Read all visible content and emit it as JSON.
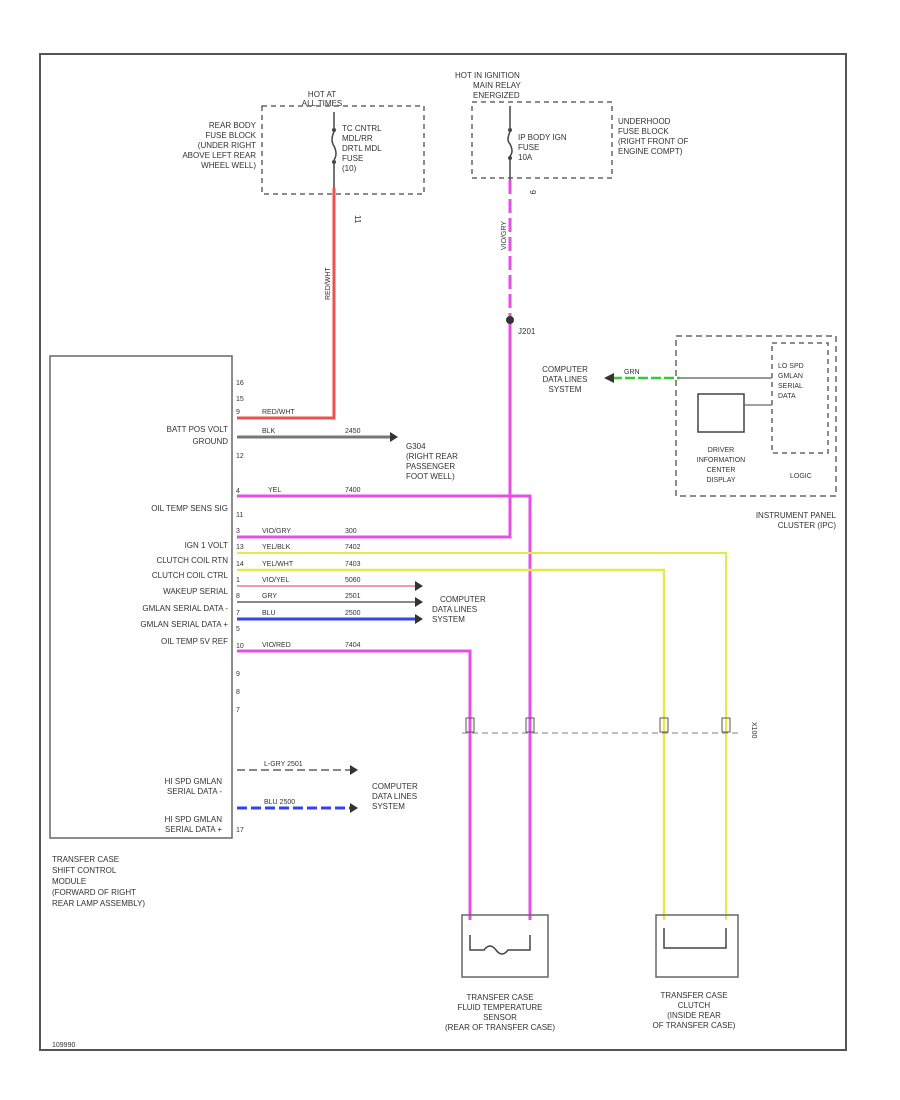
{
  "colors": {
    "red": "#e8534f",
    "pink": "#e64fe6",
    "green": "#33cc33",
    "grey": "#777777",
    "yellow": "#e8e84a",
    "blue": "#3344ee",
    "dark": "#444444"
  },
  "top_left_fuse": {
    "hot_label": [
      "HOT AT",
      "ALL TIMES"
    ],
    "block_desc": [
      "REAR BODY",
      "FUSE BLOCK",
      "(UNDER RIGHT",
      "ABOVE LEFT REAR",
      "WHEEL WELL)"
    ],
    "fuse_desc": [
      "TC CNTRL",
      "MDL/RR",
      "DRTL MDL",
      "FUSE",
      "(10)"
    ],
    "pin": "11"
  },
  "top_right_fuse": {
    "hot_label": [
      "HOT IN IGNITION",
      "MAIN RELAY",
      "ENERGIZED"
    ],
    "fuse_desc": [
      "IP BODY IGN",
      "FUSE",
      "10A"
    ],
    "block_desc": [
      "UNDERHOOD",
      "FUSE BLOCK",
      "(RIGHT FRONT OF",
      "ENGINE COMPT)"
    ],
    "pin": "9"
  },
  "splice": "J201",
  "module": {
    "pins": {
      "batt": "9",
      "ground": "12",
      "oil_temp": "4",
      "ign": "3",
      "clutch_rtn": "13",
      "clutch_ctrl": "14",
      "wakeup": "1",
      "gmlan1": "8",
      "gmlan2": "7",
      "oil_ref": "5",
      "p16": "16",
      "p15": "15",
      "p11": "11",
      "p10": "10",
      "p9": "9",
      "p8": "8",
      "p7": "7",
      "p17": "17"
    },
    "signals": {
      "batt": "BATT POS VOLT",
      "ground": "GROUND",
      "oil_temp": "OIL TEMP SENS SIG",
      "ign": "IGN 1 VOLT",
      "clutch_rtn": "CLUTCH COIL RTN",
      "clutch_ctrl": "CLUTCH COIL CTRL",
      "wakeup": "WAKEUP SERIAL",
      "gmlan1": "GMLAN SERIAL DATA -",
      "gmlan2": "GMLAN SERIAL DATA +",
      "oil_ref": "OIL TEMP 5V REF",
      "hs1": [
        "HI SPD GMLAN",
        "SERIAL DATA -"
      ],
      "hs2": [
        "HI SPD GMLAN",
        "SERIAL DATA +"
      ]
    },
    "label": [
      "TRANSFER CASE",
      "SHIFT CONTROL",
      "MODULE",
      "(FORWARD OF RIGHT",
      "REAR LAMP ASSEMBLY)"
    ]
  },
  "wires": {
    "batt": {
      "color": "RED/WHT",
      "circuit": ""
    },
    "ground": {
      "color": "BLK",
      "circuit": "2450"
    },
    "oil_temp": {
      "color": "YEL",
      "circuit": "7400"
    },
    "ign": {
      "color": "VIO/GRY",
      "circuit": "300"
    },
    "clutch_rtn": {
      "color": "YEL/BLK",
      "circuit": "7402"
    },
    "clutch_ctrl": {
      "color": "YEL/WHT",
      "circuit": "7403"
    },
    "wakeup": {
      "color": "VIO/YEL",
      "circuit": "5060"
    },
    "gmlan1": {
      "color": "GRY",
      "circuit": "2501"
    },
    "gmlan2": {
      "color": "BLU",
      "circuit": "2500"
    },
    "oil_ref": {
      "color": "VIO/RED",
      "circuit": "7404"
    },
    "hs1": "L-GRY 2501",
    "hs2": "BLU 2500",
    "cluster_link": "GRN"
  },
  "labels": {
    "ground_point": [
      "G304",
      "(RIGHT REAR",
      "PASSENGER",
      "FOOT WELL)"
    ],
    "comp_data": [
      "COMPUTER",
      "DATA LINES",
      "SYSTEM"
    ],
    "connector": "X100",
    "sensor": [
      "TRANSFER CASE",
      "FLUID TEMPERATURE",
      "SENSOR",
      "(REAR OF TRANSFER CASE)"
    ],
    "clutch": [
      "TRANSFER CASE",
      "CLUTCH",
      "(INSIDE REAR",
      "OF TRANSFER CASE)"
    ],
    "cluster": [
      "INSTRUMENT PANEL",
      "CLUSTER (IPC)"
    ],
    "dic": [
      "DRIVER",
      "INFORMATION",
      "CENTER",
      "DISPLAY"
    ],
    "ls_gmlan": [
      "LO SPD",
      "GMLAN",
      "SERIAL",
      "DATA"
    ],
    "logic": "LOGIC",
    "footer": "109990"
  }
}
